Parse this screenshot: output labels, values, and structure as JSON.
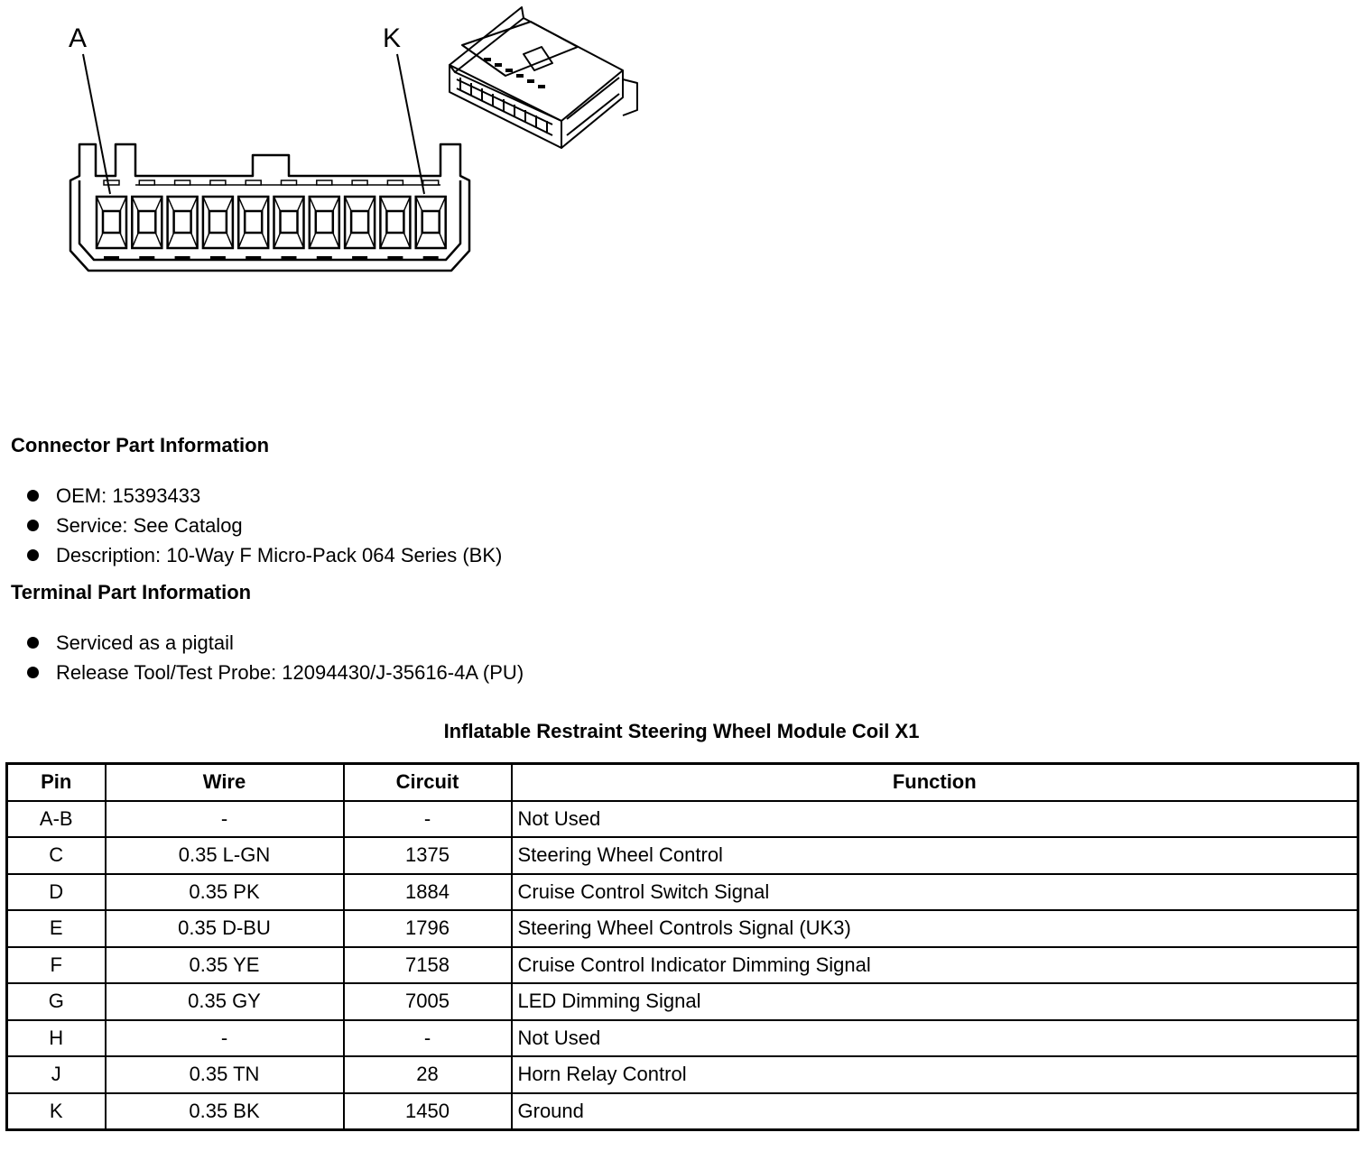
{
  "figure": {
    "label_left": "A",
    "label_right": "K"
  },
  "connector_info": {
    "heading": "Connector Part Information",
    "items": [
      "OEM: 15393433",
      "Service: See Catalog",
      "Description: 10-Way F Micro-Pack 064 Series (BK)"
    ]
  },
  "terminal_info": {
    "heading": "Terminal Part Information",
    "items": [
      "Serviced as a pigtail",
      "Release Tool/Test Probe: 12094430/J-35616-4A (PU)"
    ]
  },
  "table": {
    "title": "Inflatable Restraint Steering Wheel Module Coil X1",
    "headers": [
      "Pin",
      "Wire",
      "Circuit",
      "Function"
    ],
    "rows": [
      [
        "A-B",
        "-",
        "-",
        "Not Used"
      ],
      [
        "C",
        "0.35 L-GN",
        "1375",
        "Steering Wheel Control"
      ],
      [
        "D",
        "0.35 PK",
        "1884",
        "Cruise Control Switch Signal"
      ],
      [
        "E",
        "0.35 D-BU",
        "1796",
        "Steering Wheel Controls Signal (UK3)"
      ],
      [
        "F",
        "0.35 YE",
        "7158",
        "Cruise Control Indicator Dimming Signal"
      ],
      [
        "G",
        "0.35 GY",
        "7005",
        "LED Dimming Signal"
      ],
      [
        "H",
        "-",
        "-",
        "Not Used"
      ],
      [
        "J",
        "0.35 TN",
        "28",
        "Horn Relay Control"
      ],
      [
        "K",
        "0.35 BK",
        "1450",
        "Ground"
      ]
    ]
  }
}
